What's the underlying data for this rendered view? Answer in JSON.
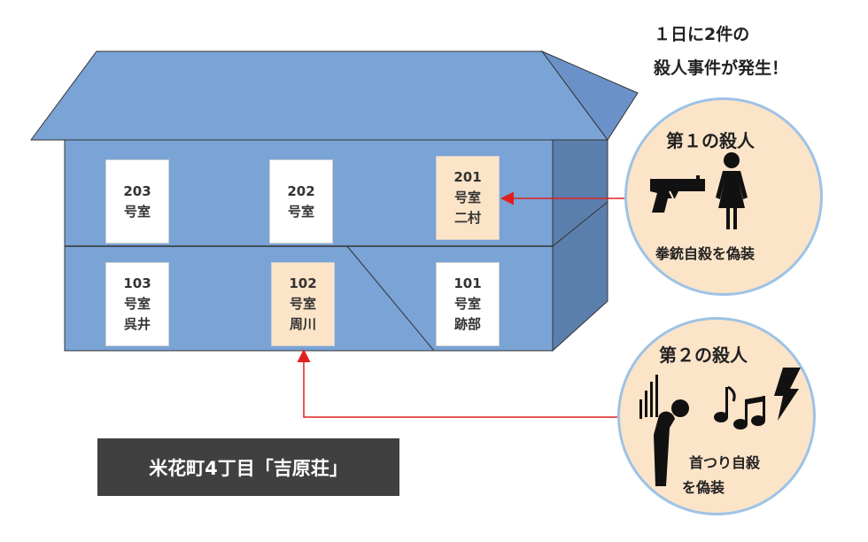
{
  "headline": {
    "line1": "１日に2件の",
    "line2": "殺人事件が発生！"
  },
  "rooms": [
    {
      "number": "203",
      "suffix": "号室",
      "tenant": ""
    },
    {
      "number": "202",
      "suffix": "号室",
      "tenant": ""
    },
    {
      "number": "201",
      "suffix": "号室",
      "tenant": "二村"
    },
    {
      "number": "103",
      "suffix": "号室",
      "tenant": "呉井"
    },
    {
      "number": "102",
      "suffix": "号室",
      "tenant": "周川"
    },
    {
      "number": "101",
      "suffix": "号室",
      "tenant": "跡部"
    }
  ],
  "murder1": {
    "title": "第１の殺人",
    "desc": "拳銃自殺を偽装",
    "icons": [
      "pistol-icon",
      "woman-icon"
    ]
  },
  "murder2": {
    "title": "第２の殺人",
    "desc_line1": "首つり自殺",
    "desc_line2": "を偽装",
    "icons": [
      "hanging-person-icon",
      "music-notes-icon",
      "lightning-icon"
    ]
  },
  "building_label": "米花町4丁目「吉原荘」",
  "colors": {
    "facade": "#7aa3d6",
    "side": "#5b7fad",
    "victim_room": "#fce4c8",
    "circle_fill": "#fce4c8",
    "circle_border": "#9dc3e6",
    "arrow": "#e02020",
    "label_bg": "#404040"
  }
}
